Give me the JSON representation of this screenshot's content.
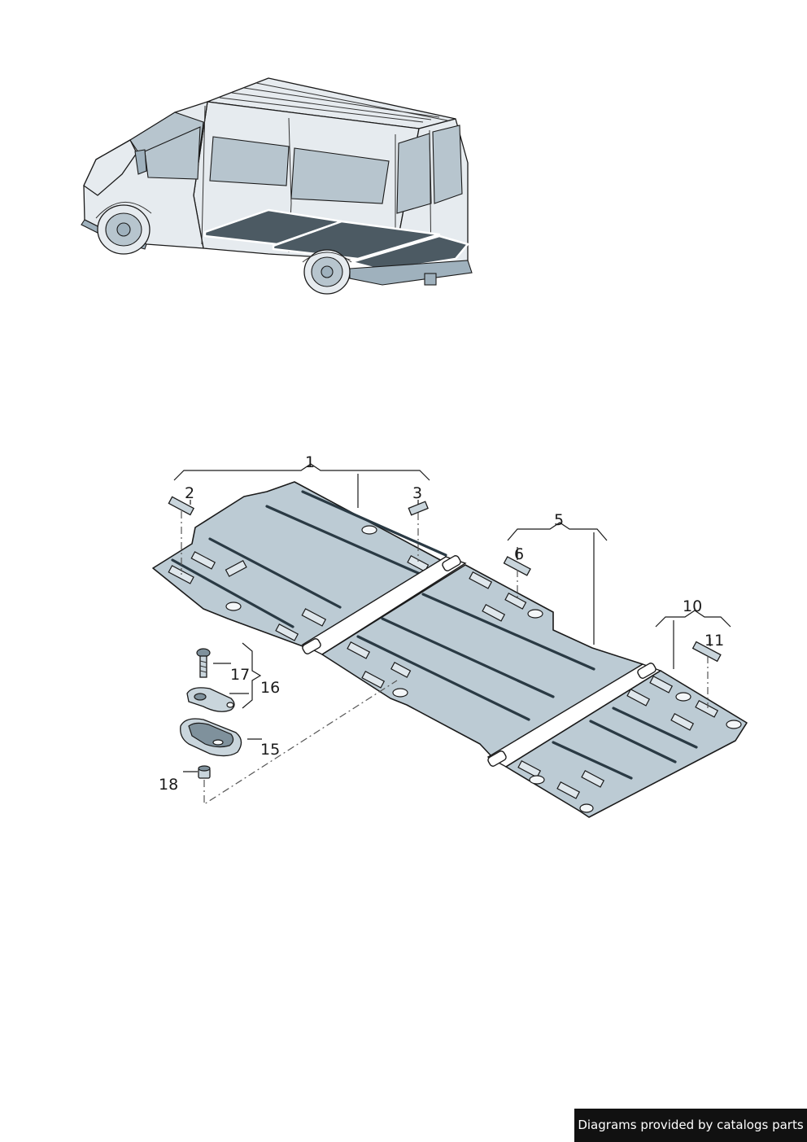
{
  "callouts": [
    {
      "id": "1",
      "label": "1"
    },
    {
      "id": "2",
      "label": "2"
    },
    {
      "id": "3",
      "label": "3"
    },
    {
      "id": "5",
      "label": "5"
    },
    {
      "id": "6",
      "label": "6"
    },
    {
      "id": "10",
      "label": "10"
    },
    {
      "id": "11",
      "label": "11"
    },
    {
      "id": "15",
      "label": "15"
    },
    {
      "id": "16",
      "label": "16"
    },
    {
      "id": "17",
      "label": "17"
    },
    {
      "id": "18",
      "label": "18"
    }
  ],
  "footer": {
    "text": "Diagrams provided by catalogs parts"
  }
}
